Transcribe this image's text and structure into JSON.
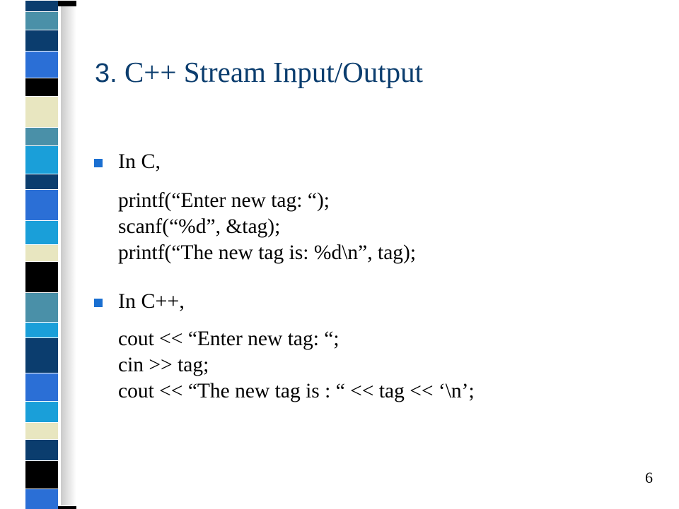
{
  "slide": {
    "title_number": "3.",
    "title_text": "C++ Stream Input/Output",
    "bullets": [
      {
        "label": "In C,",
        "code": [
          "printf(“Enter new tag: “);",
          "scanf(“%d”, &tag);",
          "printf(“The new tag is: %d\\n”, tag);"
        ]
      },
      {
        "label": "In C++,",
        "code": [
          "cout << “Enter new tag: “;",
          "cin >> tag;",
          "cout << “The new tag is : “ << tag << ‘\\n’;"
        ]
      }
    ],
    "page_number": "6"
  },
  "colors": {
    "title": "#0b3d6e",
    "bullet": "#1a6fd1",
    "strip_palette": [
      "#1a9fd9",
      "#0b3d6e",
      "#2b6fd6",
      "#000000",
      "#e8e6c0",
      "#4a90a8"
    ]
  }
}
